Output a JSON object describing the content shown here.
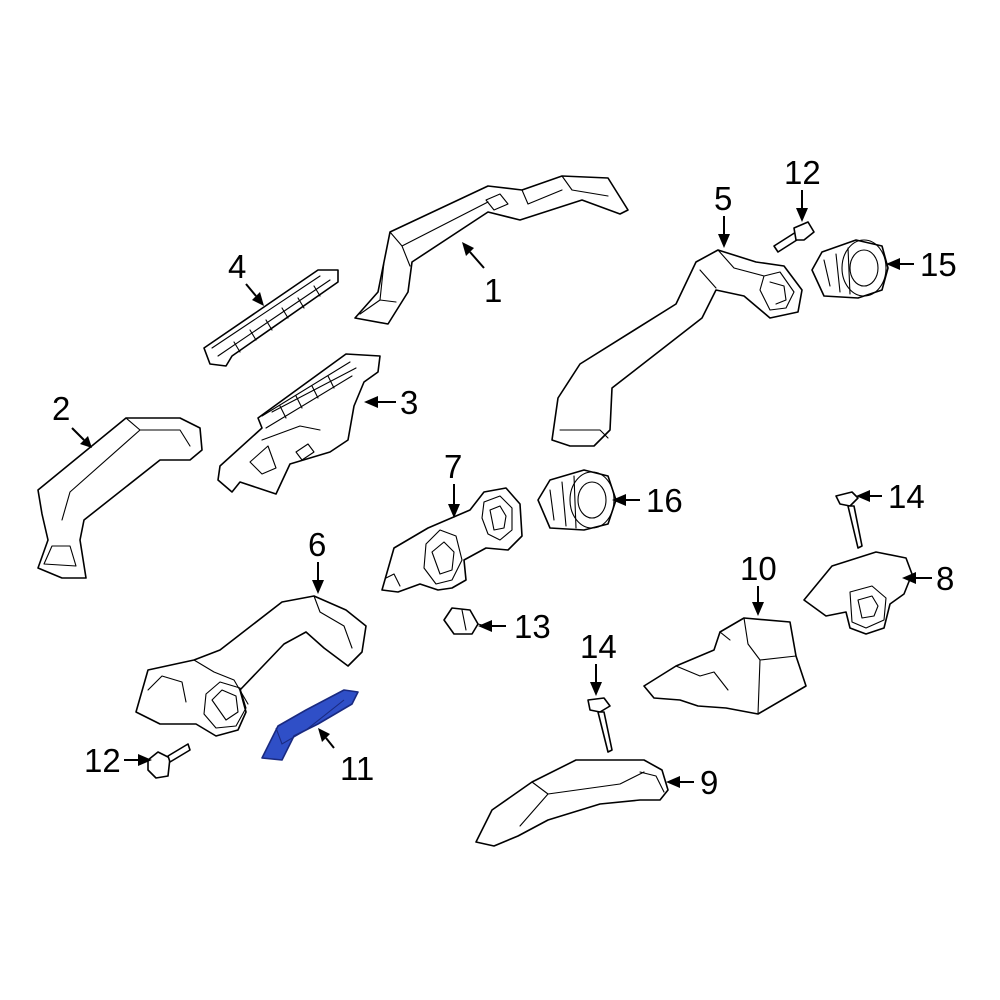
{
  "diagram": {
    "highlight_color": "#2f4fc7",
    "callouts": [
      {
        "id": "c1",
        "label": "1"
      },
      {
        "id": "c2",
        "label": "2"
      },
      {
        "id": "c3",
        "label": "3"
      },
      {
        "id": "c4",
        "label": "4"
      },
      {
        "id": "c5",
        "label": "5"
      },
      {
        "id": "c6",
        "label": "6"
      },
      {
        "id": "c7",
        "label": "7"
      },
      {
        "id": "c8",
        "label": "8"
      },
      {
        "id": "c9",
        "label": "9"
      },
      {
        "id": "c10",
        "label": "10"
      },
      {
        "id": "c11",
        "label": "11"
      },
      {
        "id": "c12a",
        "label": "12"
      },
      {
        "id": "c12b",
        "label": "12"
      },
      {
        "id": "c13",
        "label": "13"
      },
      {
        "id": "c14a",
        "label": "14"
      },
      {
        "id": "c14b",
        "label": "14"
      },
      {
        "id": "c15",
        "label": "15"
      },
      {
        "id": "c16",
        "label": "16"
      }
    ],
    "highlighted_part": "11"
  }
}
